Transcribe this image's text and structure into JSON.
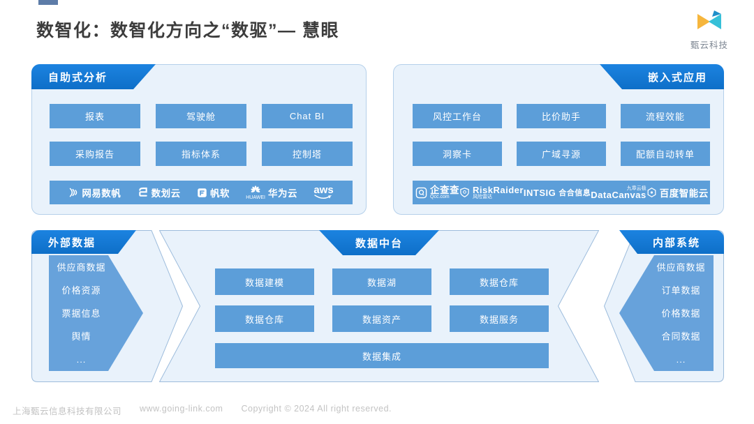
{
  "title": "数智化：数智化方向之“数驱”— 慧眼",
  "brand": {
    "name": "甄云科技"
  },
  "colors": {
    "tab_blue": "#1377d4",
    "button_blue": "#5c9ed9",
    "panel_bg": "#e9f2fb",
    "panel_border": "#b5d0ea",
    "arrow_block_blue": "#67a2db",
    "title_text": "#3c3c3c",
    "footer_text": "#c3c3c3",
    "brand_orange": "#f6b63d",
    "brand_teal": "#36c0d8"
  },
  "panels": {
    "self_service_analysis": {
      "tab": "自助式分析",
      "buttons": [
        "报表",
        "驾驶舱",
        "Chat BI",
        "采购报告",
        "指标体系",
        "控制塔"
      ],
      "logos": [
        {
          "icon": "netease-sail-icon",
          "text": "网易数帆",
          "sub": ""
        },
        {
          "icon": "digit-2-icon",
          "text": "数划云",
          "sub": ""
        },
        {
          "icon": "fanruan-square-icon",
          "text": "帆软",
          "sub": ""
        },
        {
          "icon": "huawei-flower-icon",
          "text": "华为云",
          "sub": "HUAWEI"
        },
        {
          "icon": "aws-smile-icon",
          "text": "aws",
          "sub": ""
        }
      ]
    },
    "embedded_apps": {
      "tab": "嵌入式应用",
      "buttons": [
        "风控工作台",
        "比价助手",
        "流程效能",
        "洞察卡",
        "广域寻源",
        "配额自动转单"
      ],
      "logos": [
        {
          "icon": "qcc-square-icon",
          "text": "企查查",
          "sub": "Qcc.com"
        },
        {
          "icon": "shield-icon",
          "text": "RiskRaider",
          "sub": "风险雷达"
        },
        {
          "icon": "none",
          "text": "INTSIG",
          "sub": "合合信息"
        },
        {
          "icon": "none",
          "text": "DataCanvas",
          "sub": "九章云极"
        },
        {
          "icon": "hexagon-cloud-icon",
          "text": "百度智能云",
          "sub": ""
        }
      ]
    },
    "external_data": {
      "tab": "外部数据",
      "items": [
        "供应商数据",
        "价格资源",
        "票据信息",
        "舆情",
        "..."
      ]
    },
    "data_middle_platform": {
      "tab": "数据中台",
      "buttons": [
        "数据建模",
        "数据湖",
        "数据仓库",
        "数据仓库",
        "数据资产",
        "数据服务"
      ],
      "integration_bar": "数据集成"
    },
    "internal_systems": {
      "tab": "内部系统",
      "items": [
        "供应商数据",
        "订单数据",
        "价格数据",
        "合同数据",
        "..."
      ]
    }
  },
  "footer": {
    "company": "上海甄云信息科技有限公司",
    "website": "www.going-link.com",
    "copyright": "Copyright © 2024 All right reserved."
  }
}
